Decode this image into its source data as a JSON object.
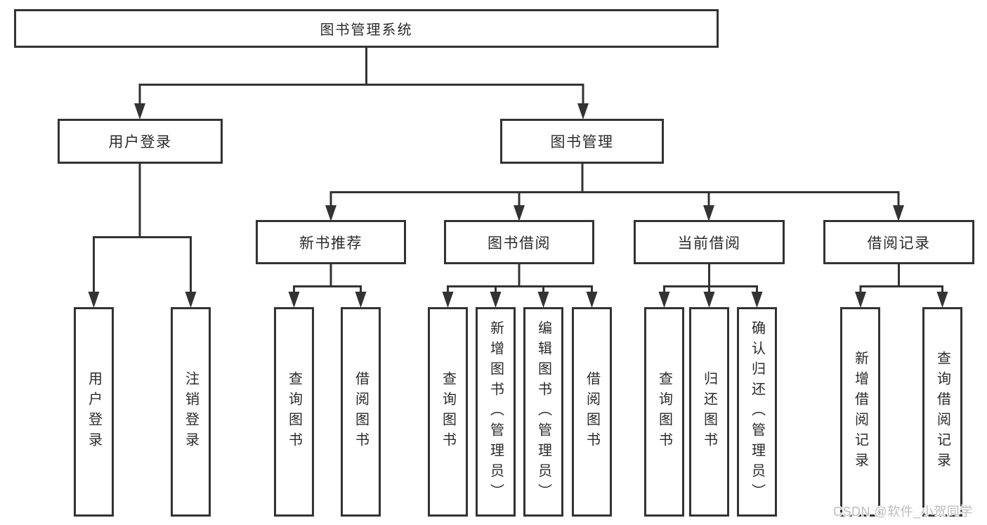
{
  "diagram": {
    "title": "图书管理系统",
    "root": {
      "label": "图书管理系统"
    },
    "level2": [
      {
        "label": "用户登录"
      },
      {
        "label": "图书管理"
      }
    ],
    "level3": [
      {
        "label": "新书推荐",
        "parent": "图书管理"
      },
      {
        "label": "图书借阅",
        "parent": "图书管理"
      },
      {
        "label": "当前借阅",
        "parent": "图书管理"
      },
      {
        "label": "借阅记录",
        "parent": "图书管理"
      }
    ],
    "leaves": [
      {
        "label": "用户登录",
        "parent": "用户登录"
      },
      {
        "label": "注销登录",
        "parent": "用户登录"
      },
      {
        "label": "查询图书",
        "parent": "新书推荐"
      },
      {
        "label": "借阅图书",
        "parent": "新书推荐"
      },
      {
        "label": "查询图书",
        "parent": "图书借阅"
      },
      {
        "label": "新增图书（管理员）",
        "parent": "图书借阅"
      },
      {
        "label": "编辑图书（管理员）",
        "parent": "图书借阅"
      },
      {
        "label": "借阅图书",
        "parent": "图书借阅"
      },
      {
        "label": "查询图书",
        "parent": "当前借阅"
      },
      {
        "label": "归还图书",
        "parent": "当前借阅"
      },
      {
        "label": "确认归还（管理员）",
        "parent": "当前借阅"
      },
      {
        "label": "新增借阅记录",
        "parent": "借阅记录"
      },
      {
        "label": "查询借阅记录",
        "parent": "借阅记录"
      }
    ],
    "colors": {
      "line": "#333333",
      "text": "#2b2b2b",
      "background": "#ffffff"
    }
  },
  "watermark": {
    "text": "CSDN @软件_小贺同学",
    "color": "#bdbdbd"
  }
}
